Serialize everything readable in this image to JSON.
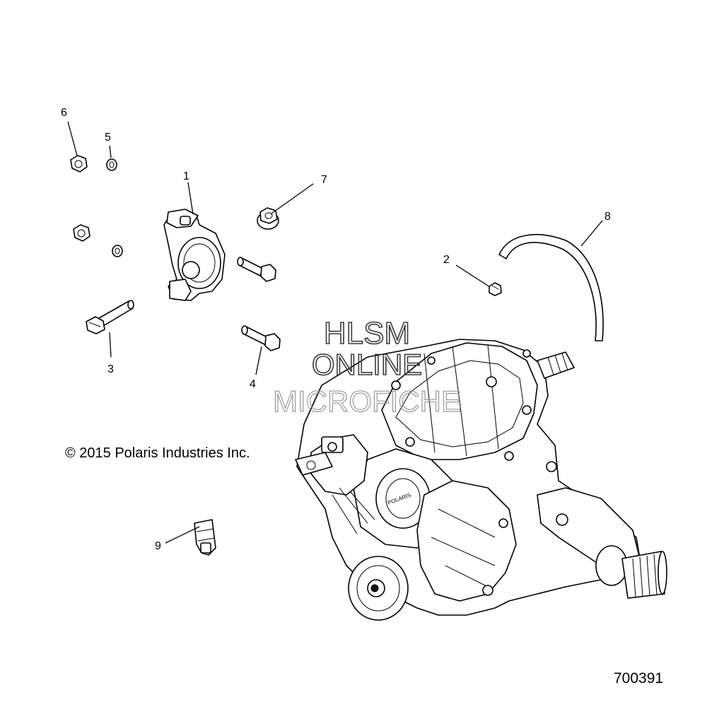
{
  "callouts": {
    "c1": "1",
    "c2": "2",
    "c3": "3",
    "c4": "4",
    "c5": "5",
    "c6": "6",
    "c7": "7",
    "c8": "8",
    "c9": "9"
  },
  "copyright": "© 2015 Polaris Industries Inc.",
  "diagram_number": "700391",
  "watermark": {
    "line1": "HLSM",
    "line2": "ONLINE",
    "line3": "MICROFICHE"
  }
}
